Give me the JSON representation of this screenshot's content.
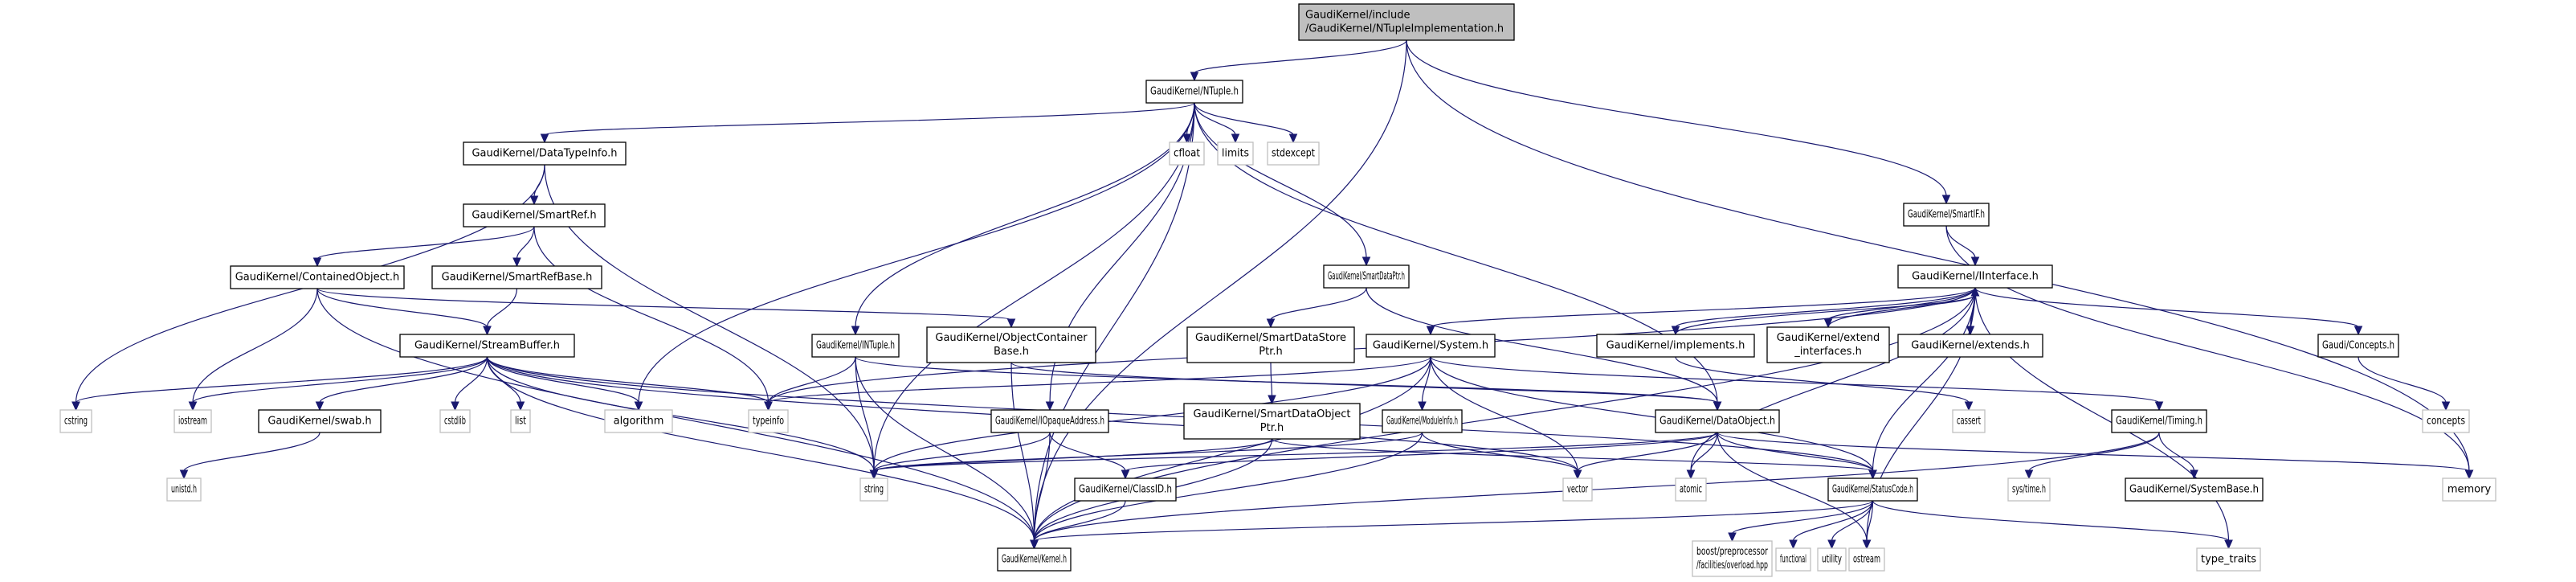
{
  "graph": {
    "title": "GaudiKernel/include/GaudiKernel/NTupleImplementation.h",
    "colors": {
      "edge": "#191970",
      "root_fill": "#bfbfbf",
      "external_border": "#bfbfbf",
      "local_border": "#000000"
    },
    "nodes": [
      {
        "id": "root",
        "label": [
          "GaudiKernel/include",
          "/GaudiKernel/NTupleImplementation.h"
        ],
        "kind": "root"
      },
      {
        "id": "ntuple",
        "label": [
          "GaudiKernel/NTuple.h"
        ],
        "kind": "local"
      },
      {
        "id": "smartif",
        "label": [
          "GaudiKernel/SmartIF.h"
        ],
        "kind": "local"
      },
      {
        "id": "datatypeinfo",
        "label": [
          "GaudiKernel/DataTypeInfo.h"
        ],
        "kind": "local"
      },
      {
        "id": "cfloat",
        "label": [
          "cfloat"
        ],
        "kind": "external"
      },
      {
        "id": "limits",
        "label": [
          "limits"
        ],
        "kind": "external"
      },
      {
        "id": "stdexcept",
        "label": [
          "stdexcept"
        ],
        "kind": "external"
      },
      {
        "id": "smartref",
        "label": [
          "GaudiKernel/SmartRef.h"
        ],
        "kind": "local"
      },
      {
        "id": "containedobject",
        "label": [
          "GaudiKernel/ContainedObject.h"
        ],
        "kind": "local"
      },
      {
        "id": "smartrefbase",
        "label": [
          "GaudiKernel/SmartRefBase.h"
        ],
        "kind": "local"
      },
      {
        "id": "smartdataptr",
        "label": [
          "GaudiKernel/SmartDataPtr.h"
        ],
        "kind": "local"
      },
      {
        "id": "iinterface",
        "label": [
          "GaudiKernel/IInterface.h"
        ],
        "kind": "local"
      },
      {
        "id": "streambuffer",
        "label": [
          "GaudiKernel/StreamBuffer.h"
        ],
        "kind": "local"
      },
      {
        "id": "intuple",
        "label": [
          "GaudiKernel/INTuple.h"
        ],
        "kind": "local"
      },
      {
        "id": "objectcontainerbase",
        "label": [
          "GaudiKernel/ObjectContainer",
          "Base.h"
        ],
        "kind": "local"
      },
      {
        "id": "smartdatastoreptr",
        "label": [
          "GaudiKernel/SmartDataStore",
          "Ptr.h"
        ],
        "kind": "local"
      },
      {
        "id": "system",
        "label": [
          "GaudiKernel/System.h"
        ],
        "kind": "local"
      },
      {
        "id": "implements",
        "label": [
          "GaudiKernel/implements.h"
        ],
        "kind": "local"
      },
      {
        "id": "extendinterfaces",
        "label": [
          "GaudiKernel/extend",
          "_interfaces.h"
        ],
        "kind": "local"
      },
      {
        "id": "extends",
        "label": [
          "GaudiKernel/extends.h"
        ],
        "kind": "local"
      },
      {
        "id": "concepts_h",
        "label": [
          "Gaudi/Concepts.h"
        ],
        "kind": "local"
      },
      {
        "id": "cstring",
        "label": [
          "cstring"
        ],
        "kind": "external"
      },
      {
        "id": "iostream",
        "label": [
          "iostream"
        ],
        "kind": "external"
      },
      {
        "id": "swab",
        "label": [
          "GaudiKernel/swab.h"
        ],
        "kind": "local"
      },
      {
        "id": "cstdlib",
        "label": [
          "cstdlib"
        ],
        "kind": "external"
      },
      {
        "id": "list",
        "label": [
          "list"
        ],
        "kind": "external"
      },
      {
        "id": "algorithm",
        "label": [
          "algorithm"
        ],
        "kind": "external"
      },
      {
        "id": "typeinfo",
        "label": [
          "typeinfo"
        ],
        "kind": "external"
      },
      {
        "id": "iopaqueaddress",
        "label": [
          "GaudiKernel/IOpaqueAddress.h"
        ],
        "kind": "local"
      },
      {
        "id": "smartdataobjectptr",
        "label": [
          "GaudiKernel/SmartDataObject",
          "Ptr.h"
        ],
        "kind": "local"
      },
      {
        "id": "moduleinfo",
        "label": [
          "GaudiKernel/ModuleInfo.h"
        ],
        "kind": "local"
      },
      {
        "id": "dataobject",
        "label": [
          "GaudiKernel/DataObject.h"
        ],
        "kind": "local"
      },
      {
        "id": "cassert",
        "label": [
          "cassert"
        ],
        "kind": "external"
      },
      {
        "id": "timing",
        "label": [
          "GaudiKernel/Timing.h"
        ],
        "kind": "local"
      },
      {
        "id": "concepts",
        "label": [
          "concepts"
        ],
        "kind": "external"
      },
      {
        "id": "unistd",
        "label": [
          "unistd.h"
        ],
        "kind": "external"
      },
      {
        "id": "string",
        "label": [
          "string"
        ],
        "kind": "external"
      },
      {
        "id": "classid",
        "label": [
          "GaudiKernel/ClassID.h"
        ],
        "kind": "local"
      },
      {
        "id": "vector",
        "label": [
          "vector"
        ],
        "kind": "external"
      },
      {
        "id": "atomic",
        "label": [
          "atomic"
        ],
        "kind": "external"
      },
      {
        "id": "statuscode",
        "label": [
          "GaudiKernel/StatusCode.h"
        ],
        "kind": "local"
      },
      {
        "id": "systime",
        "label": [
          "sys/time.h"
        ],
        "kind": "external"
      },
      {
        "id": "systembase",
        "label": [
          "GaudiKernel/SystemBase.h"
        ],
        "kind": "local"
      },
      {
        "id": "memory",
        "label": [
          "memory"
        ],
        "kind": "external"
      },
      {
        "id": "kernel",
        "label": [
          "GaudiKernel/Kernel.h"
        ],
        "kind": "local"
      },
      {
        "id": "boostoverload",
        "label": [
          "boost/preprocessor",
          "/facilities/overload.hpp"
        ],
        "kind": "external"
      },
      {
        "id": "functional",
        "label": [
          "functional"
        ],
        "kind": "external"
      },
      {
        "id": "utility",
        "label": [
          "utility"
        ],
        "kind": "external"
      },
      {
        "id": "ostream",
        "label": [
          "ostream"
        ],
        "kind": "external"
      },
      {
        "id": "type_traits",
        "label": [
          "type_traits"
        ],
        "kind": "external"
      }
    ],
    "edges": [
      [
        "root",
        "ntuple"
      ],
      [
        "root",
        "smartif"
      ],
      [
        "root",
        "kernel"
      ],
      [
        "root",
        "memory"
      ],
      [
        "ntuple",
        "datatypeinfo"
      ],
      [
        "ntuple",
        "cfloat"
      ],
      [
        "ntuple",
        "limits"
      ],
      [
        "ntuple",
        "stdexcept"
      ],
      [
        "ntuple",
        "smartdataptr"
      ],
      [
        "ntuple",
        "intuple"
      ],
      [
        "ntuple",
        "iopaqueaddress"
      ],
      [
        "ntuple",
        "string"
      ],
      [
        "ntuple",
        "algorithm"
      ],
      [
        "ntuple",
        "dataobject"
      ],
      [
        "ntuple",
        "kernel"
      ],
      [
        "datatypeinfo",
        "smartref"
      ],
      [
        "datatypeinfo",
        "cstring"
      ],
      [
        "datatypeinfo",
        "string"
      ],
      [
        "smartref",
        "containedobject"
      ],
      [
        "smartref",
        "smartrefbase"
      ],
      [
        "smartref",
        "typeinfo"
      ],
      [
        "smartrefbase",
        "streambuffer"
      ],
      [
        "containedobject",
        "streambuffer"
      ],
      [
        "containedobject",
        "iostream"
      ],
      [
        "containedobject",
        "kernel"
      ],
      [
        "containedobject",
        "objectcontainerbase"
      ],
      [
        "streambuffer",
        "cstring"
      ],
      [
        "streambuffer",
        "iostream"
      ],
      [
        "streambuffer",
        "swab"
      ],
      [
        "streambuffer",
        "cstdlib"
      ],
      [
        "streambuffer",
        "list"
      ],
      [
        "streambuffer",
        "algorithm"
      ],
      [
        "streambuffer",
        "typeinfo"
      ],
      [
        "streambuffer",
        "string"
      ],
      [
        "streambuffer",
        "vector"
      ],
      [
        "streambuffer",
        "kernel"
      ],
      [
        "streambuffer",
        "statuscode"
      ],
      [
        "swab",
        "unistd"
      ],
      [
        "intuple",
        "typeinfo"
      ],
      [
        "intuple",
        "string"
      ],
      [
        "intuple",
        "kernel"
      ],
      [
        "intuple",
        "dataobject"
      ],
      [
        "objectcontainerbase",
        "kernel"
      ],
      [
        "objectcontainerbase",
        "dataobject"
      ],
      [
        "smartdataptr",
        "smartdatastoreptr"
      ],
      [
        "smartdataptr",
        "dataobject"
      ],
      [
        "smartdatastoreptr",
        "smartdataobjectptr"
      ],
      [
        "smartdataobjectptr",
        "string"
      ],
      [
        "smartdataobjectptr",
        "kernel"
      ],
      [
        "smartdataobjectptr",
        "statuscode"
      ],
      [
        "iopaqueaddress",
        "string"
      ],
      [
        "iopaqueaddress",
        "kernel"
      ],
      [
        "iopaqueaddress",
        "classid"
      ],
      [
        "smartif",
        "iinterface"
      ],
      [
        "smartif",
        "memory"
      ],
      [
        "iinterface",
        "typeinfo"
      ],
      [
        "iinterface",
        "system"
      ],
      [
        "iinterface",
        "implements"
      ],
      [
        "iinterface",
        "extendinterfaces"
      ],
      [
        "iinterface",
        "extends"
      ],
      [
        "iinterface",
        "concepts_h"
      ],
      [
        "iinterface",
        "statuscode"
      ],
      [
        "iinterface",
        "kernel"
      ],
      [
        "iinterface",
        "atomic"
      ],
      [
        "iinterface",
        "ostream"
      ],
      [
        "iinterface",
        "type_traits"
      ],
      [
        "implements",
        "iinterface"
      ],
      [
        "implements",
        "cassert"
      ],
      [
        "extendinterfaces",
        "iinterface"
      ],
      [
        "extends",
        "iinterface"
      ],
      [
        "system",
        "typeinfo"
      ],
      [
        "system",
        "string"
      ],
      [
        "system",
        "vector"
      ],
      [
        "system",
        "kernel"
      ],
      [
        "system",
        "moduleinfo"
      ],
      [
        "system",
        "timing"
      ],
      [
        "system",
        "statuscode"
      ],
      [
        "moduleinfo",
        "string"
      ],
      [
        "moduleinfo",
        "vector"
      ],
      [
        "moduleinfo",
        "kernel"
      ],
      [
        "dataobject",
        "classid"
      ],
      [
        "dataobject",
        "statuscode"
      ],
      [
        "dataobject",
        "string"
      ],
      [
        "dataobject",
        "atomic"
      ],
      [
        "dataobject",
        "memory"
      ],
      [
        "dataobject",
        "ostream"
      ],
      [
        "dataobject",
        "vector"
      ],
      [
        "timing",
        "kernel"
      ],
      [
        "timing",
        "systime"
      ],
      [
        "timing",
        "systembase"
      ],
      [
        "concepts_h",
        "concepts"
      ],
      [
        "classid",
        "kernel"
      ],
      [
        "statuscode",
        "boostoverload"
      ],
      [
        "statuscode",
        "functional"
      ],
      [
        "statuscode",
        "utility"
      ],
      [
        "statuscode",
        "ostream"
      ],
      [
        "statuscode",
        "type_traits"
      ],
      [
        "statuscode",
        "kernel"
      ]
    ]
  }
}
